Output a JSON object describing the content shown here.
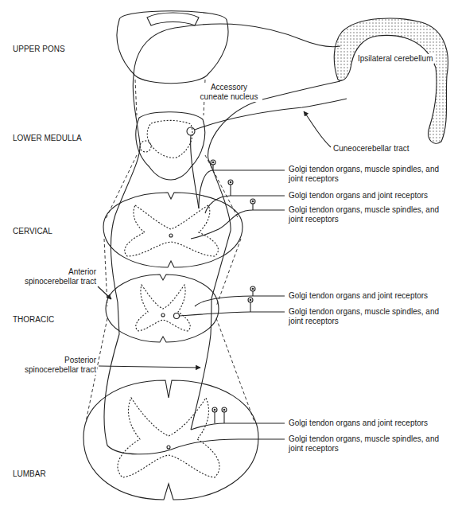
{
  "diagram": {
    "labels": [
      "UPPER PONS",
      "Accessory cuneate nucleus",
      "Ipsilateral cerebellum",
      "LOWER MEDULLA",
      "Cuneocerebellar tract",
      "Golgi tendon organs, muscle spindles, and joint receptors",
      "Golgi tendon organs and joint receptors",
      "Golgi tendon organs, muscle spindles, and joint receptors",
      "CERVICAL",
      "Anterior spinocerebellar tract",
      "Golgi tendon organs and joint receptors",
      "Golgi tendon organs, muscle spindles, and joint receptors",
      "THORACIC",
      "Posterior spinocerebellar tract",
      "Golgi tendon organs and joint receptors",
      "Golgi tendon organs, muscle spindles, and joint receptors",
      "LUMBAR"
    ]
  }
}
